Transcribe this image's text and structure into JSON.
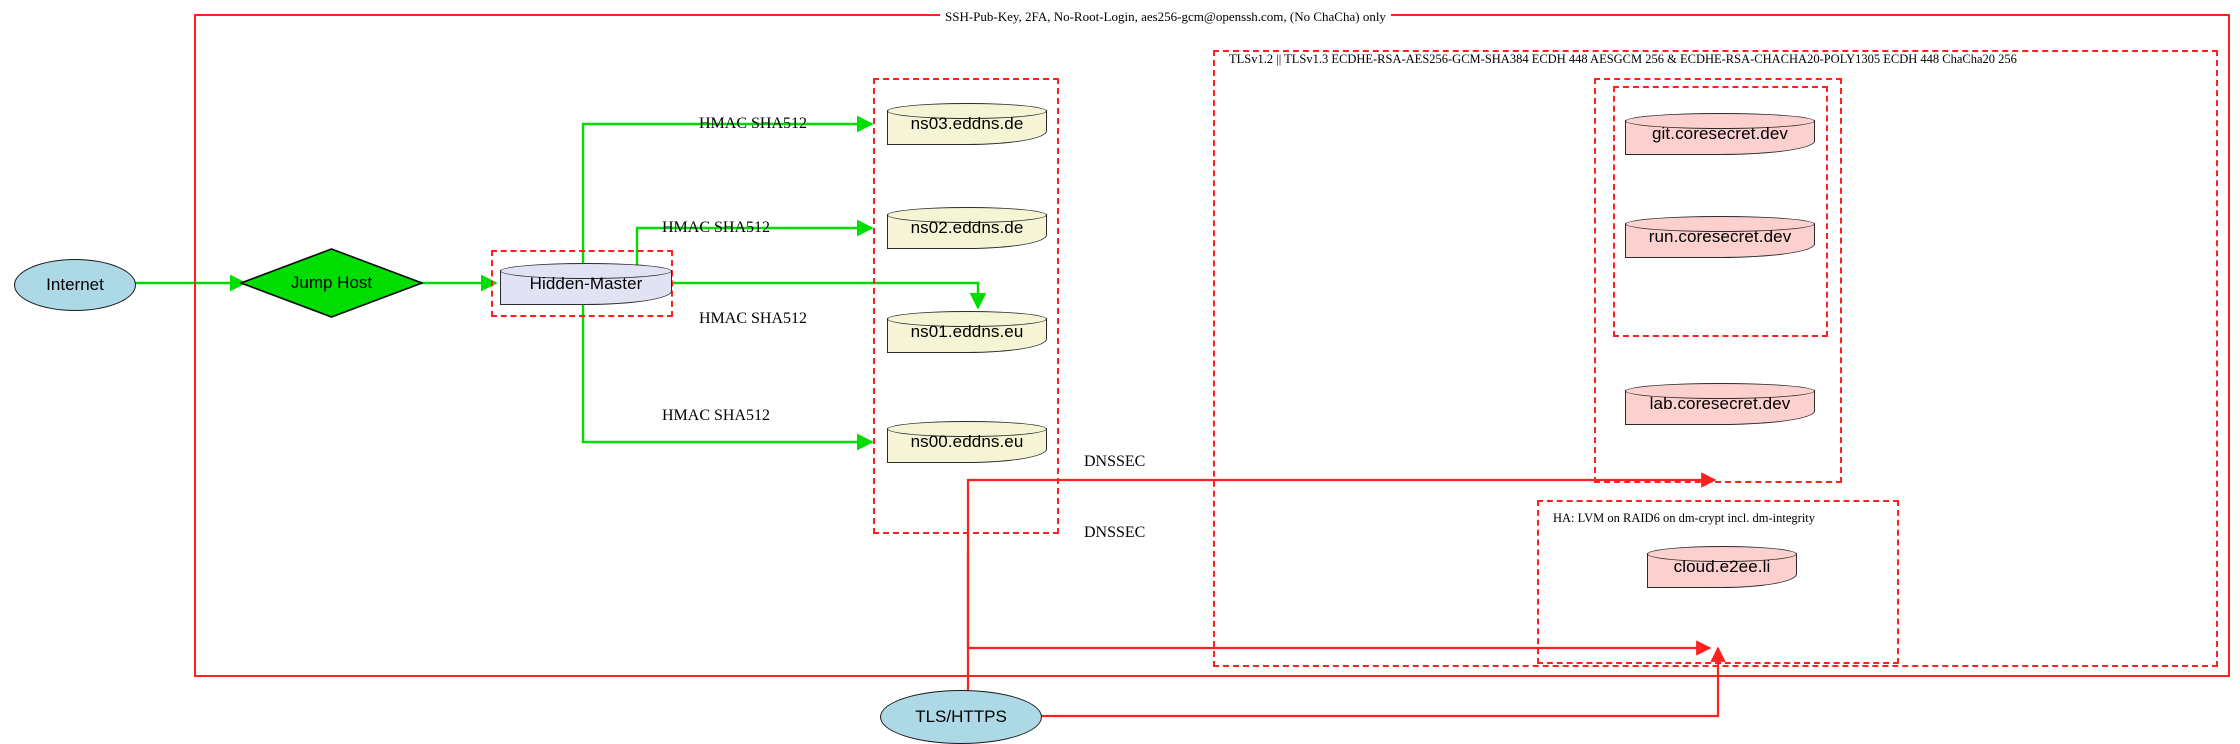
{
  "diagram": {
    "title": "Network security topology",
    "colors": {
      "boundary": "#ff2020",
      "dns_edge": "#00dd00",
      "tls_edge": "#ff2020",
      "dns_node_fill": "#f5f5d5",
      "master_node_fill": "#e2e2f5",
      "service_node_fill": "#fbd0ce",
      "endpoint_fill": "#add8e6",
      "jumphost_fill": "#00dd00"
    }
  },
  "clusters": {
    "ssh": {
      "label": "SSH-Pub-Key, 2FA, No-Root-Login, aes256-gcm@openssh.com, (No ChaCha) only"
    },
    "tls": {
      "label": "TLSv1.2 || TLSv1.3 ECDHE-RSA-AES256-GCM-SHA384 ECDH 448 AESGCM 256 & ECDHE-RSA-CHACHA20-POLY1305 ECDH 448 ChaCha20 256"
    },
    "ha": {
      "label": "HA: LVM on RAID6 on dm-crypt incl. dm-integrity"
    }
  },
  "nodes": {
    "internet": {
      "label": "Internet",
      "shape": "ellipse"
    },
    "jump_host": {
      "label": "Jump Host",
      "shape": "diamond"
    },
    "hidden_master": {
      "label": "Hidden-Master",
      "shape": "cylinder"
    },
    "ns03": {
      "label": "ns03.eddns.de",
      "shape": "cylinder"
    },
    "ns02": {
      "label": "ns02.eddns.de",
      "shape": "cylinder"
    },
    "ns01": {
      "label": "ns01.eddns.eu",
      "shape": "cylinder"
    },
    "ns00": {
      "label": "ns00.eddns.eu",
      "shape": "cylinder"
    },
    "git": {
      "label": "git.coresecret.dev",
      "shape": "cylinder"
    },
    "run": {
      "label": "run.coresecret.dev",
      "shape": "cylinder"
    },
    "lab": {
      "label": "lab.coresecret.dev",
      "shape": "cylinder"
    },
    "cloud": {
      "label": "cloud.e2ee.li",
      "shape": "cylinder"
    },
    "tls_https": {
      "label": "TLS/HTTPS",
      "shape": "ellipse"
    }
  },
  "edge_labels": {
    "hmac_ns03": "HMAC SHA512",
    "hmac_ns02": "HMAC SHA512",
    "hmac_ns01": "HMAC SHA512",
    "hmac_ns00": "HMAC SHA512",
    "dnssec_upper": "DNSSEC",
    "dnssec_lower": "DNSSEC"
  }
}
